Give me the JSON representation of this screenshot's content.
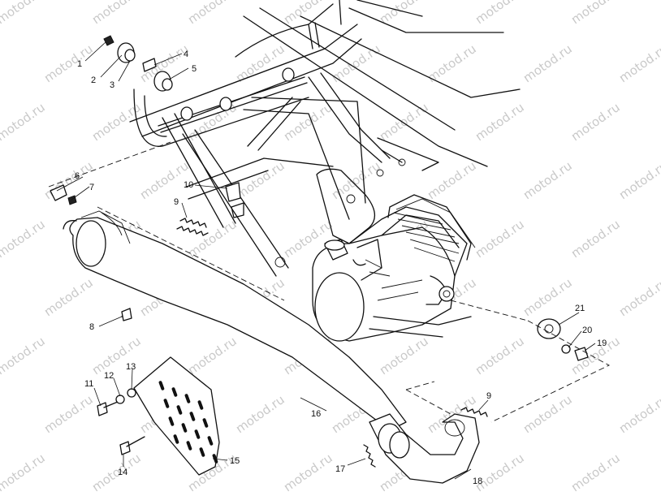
{
  "watermark": "motod.ru",
  "callouts": [
    {
      "id": "c1",
      "label": "1"
    },
    {
      "id": "c2",
      "label": "2"
    },
    {
      "id": "c3",
      "label": "3"
    },
    {
      "id": "c4",
      "label": "4"
    },
    {
      "id": "c5",
      "label": "5"
    },
    {
      "id": "c6",
      "label": "6"
    },
    {
      "id": "c7",
      "label": "7"
    },
    {
      "id": "c8",
      "label": "8"
    },
    {
      "id": "c9a",
      "label": "9"
    },
    {
      "id": "c9b",
      "label": "9"
    },
    {
      "id": "c10",
      "label": "10"
    },
    {
      "id": "c11",
      "label": "11"
    },
    {
      "id": "c12",
      "label": "12"
    },
    {
      "id": "c13",
      "label": "13"
    },
    {
      "id": "c14",
      "label": "14"
    },
    {
      "id": "c15",
      "label": "15"
    },
    {
      "id": "c16",
      "label": "16"
    },
    {
      "id": "c17",
      "label": "17"
    },
    {
      "id": "c18",
      "label": "18"
    },
    {
      "id": "c19",
      "label": "19"
    },
    {
      "id": "c20",
      "label": "20"
    },
    {
      "id": "c21",
      "label": "21"
    }
  ]
}
